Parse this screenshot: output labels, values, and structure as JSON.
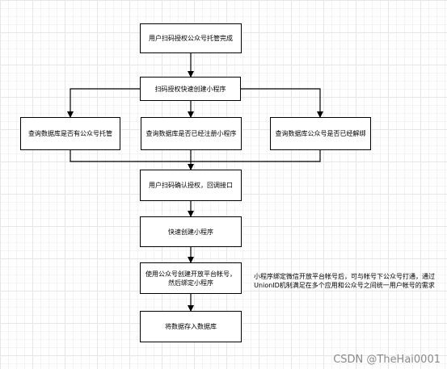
{
  "nodes": {
    "n1": "用户扫码授权公众号托管完成",
    "n2": "扫码授权快速创建小程序",
    "n3a": "查询数据库是否有公众号托管",
    "n3b": "查询数据库是否已经注册小程序",
    "n3c": "查询数据库公众号是否已经解绑",
    "n4": "用户扫码确认授权，回调接口",
    "n5": "快速创建小程序",
    "n6": "使用公众号创建开放平台帐号，然后绑定小程序",
    "n7": "将数据存入数据库"
  },
  "note": {
    "line1": "小程序绑定微信开放平台帐号后，可与帐号下公众号打通，通过",
    "line2": "UnionID机制满足在多个应用和公众号之间统一用户帐号的需求"
  },
  "watermark": "CSDN @TheHai0001"
}
